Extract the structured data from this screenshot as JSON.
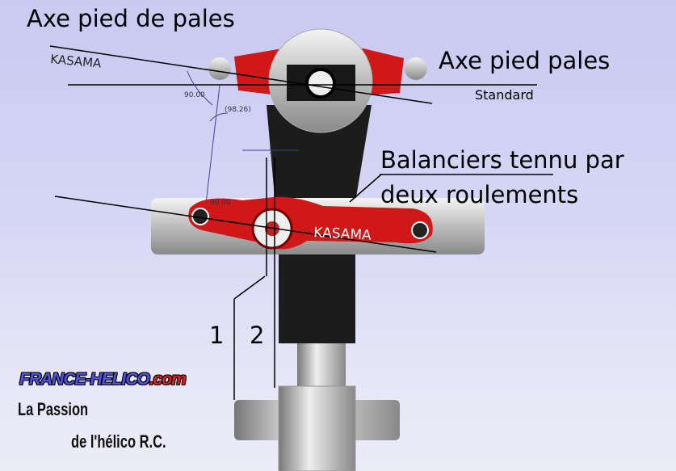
{
  "labels": {
    "axe_pied_de_pales": "Axe pied de pales",
    "axe_pied_pales": "Axe pied pales",
    "standard": "Standard",
    "kasama_top": "KASAMA",
    "balanciers_line1": "Balanciers tennu par",
    "balanciers_line2": "deux roulements",
    "kasama_arm": "KASAMA",
    "marker_1": "1",
    "marker_2": "2"
  },
  "dimensions": {
    "angle_top": "90.00",
    "angle_ref": "(98.26)",
    "angle_bottom": "90.00",
    "gap": "1"
  },
  "logo": {
    "site_main": "FRANCE-HELICO",
    "site_tld": ".com",
    "tagline1": "La Passion",
    "tagline2": "de l'hélico R.C."
  },
  "colors": {
    "red_part": "#d01818",
    "black_part": "#1a1a1a",
    "silver": "#c8c8c8"
  }
}
